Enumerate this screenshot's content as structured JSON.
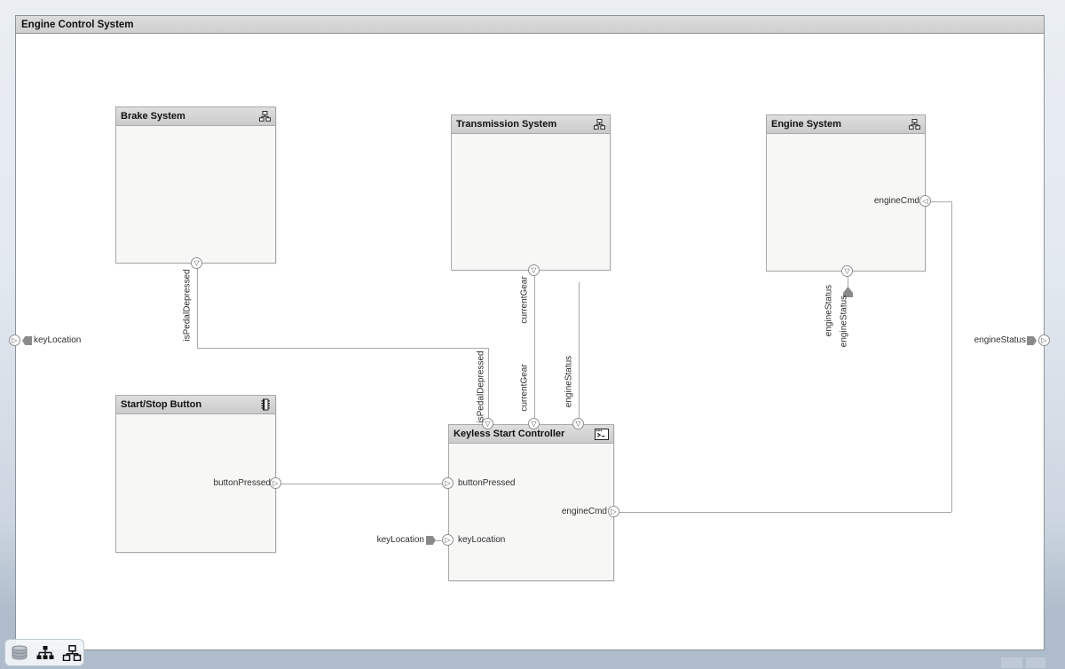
{
  "window": {
    "title": "Engine Control System"
  },
  "components": [
    {
      "name": "Brake System",
      "icon": "hierarchy-icon"
    },
    {
      "name": "Transmission System",
      "icon": "hierarchy-icon"
    },
    {
      "name": "Engine System",
      "icon": "hierarchy-icon"
    },
    {
      "name": "Start/Stop Button",
      "icon": "chip-icon"
    },
    {
      "name": "Keyless Start Controller",
      "icon": "terminal-icon"
    }
  ],
  "ports": {
    "buttonPressed": "buttonPressed",
    "keyLocation": "keyLocation",
    "engineCmd": "engineCmd",
    "engineStatus": "engineStatus",
    "isPedalDepressed": "isPedalDepressed",
    "currentGear": "currentGear"
  },
  "toolbar": {
    "icons": [
      "data-dictionary-icon",
      "hierarchy-view-solid-icon",
      "architecture-view-outline-icon"
    ]
  },
  "colors": {
    "canvas": "#ffffff",
    "titlebar": "#d5d5d5",
    "block_header": "#d6d6d6",
    "block_body": "#f7f7f6",
    "block_border": "#a9a9a9",
    "connector": "#a8a8a8",
    "connection_tag": "#8a8a8a",
    "background_top": "#eaeef3",
    "background_bottom": "#aebccb"
  }
}
